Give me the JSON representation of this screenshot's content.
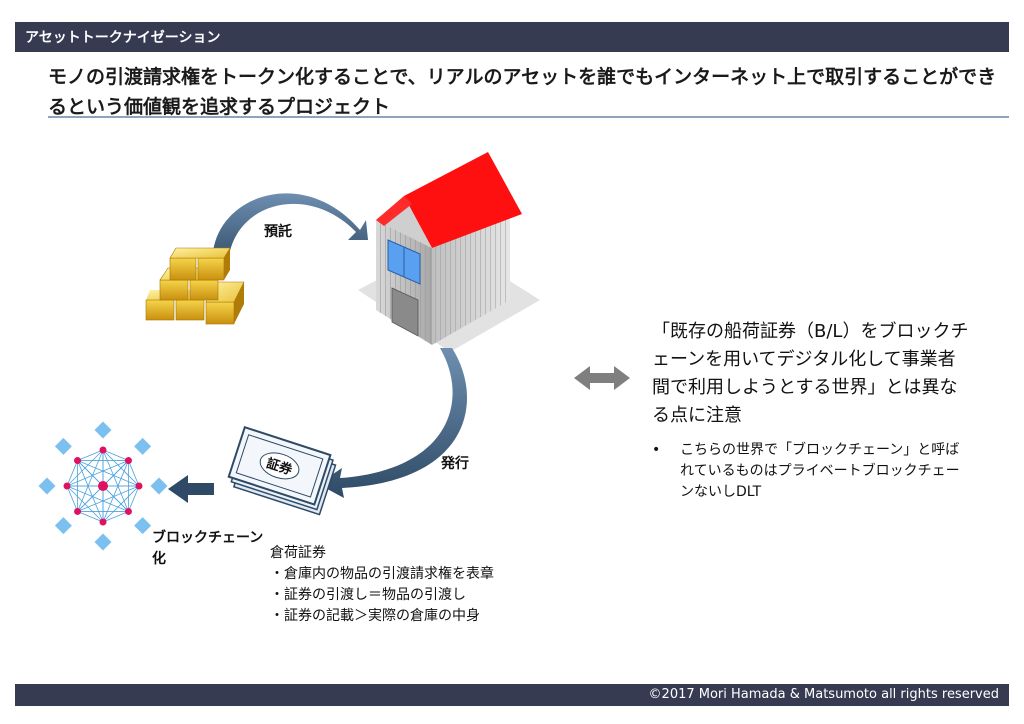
{
  "header": {
    "title": "アセットトークナイゼーション"
  },
  "headline": "モノの引渡請求権をトークン化することで、リアルのアセットを誰でもインターネット上で取引することができるという価値観を追求するプロジェクト",
  "diagram": {
    "deposit_label": "預託",
    "issue_label": "発行",
    "certificate_stamp": "証券",
    "blockchain_label": "ブロックチェーン化",
    "certificate_notes": [
      "倉荷証券",
      "・倉庫内の物品の引渡請求権を表章",
      "・証券の引渡し＝物品の引渡し",
      "・証券の記載＞実際の倉庫の中身"
    ]
  },
  "note": {
    "main": "「既存の船荷証券（B/L）をブロックチェーンを用いてデジタル化して事業者間で利用しようとする世界」とは異なる点に注意",
    "bullet_mark": "•",
    "bullet": "こちらの世界で「ブロックチェーン」と呼ばれているものはプライベートブロックチェーンないしDLT"
  },
  "footer": {
    "copyright": "©2017 Mori Hamada & Matsumoto all rights reserved"
  },
  "colors": {
    "header_bg": "#363b52",
    "roof": "#ff0000",
    "arrow": "#2e4a66",
    "gold": "#e0b21a",
    "network": "#4aa3e0",
    "node": "#e0115f"
  },
  "icons": [
    "gold-bars-icon",
    "warehouse-icon",
    "certificate-icon",
    "blockchain-network-icon",
    "curved-arrow-icon",
    "double-arrow-icon"
  ]
}
